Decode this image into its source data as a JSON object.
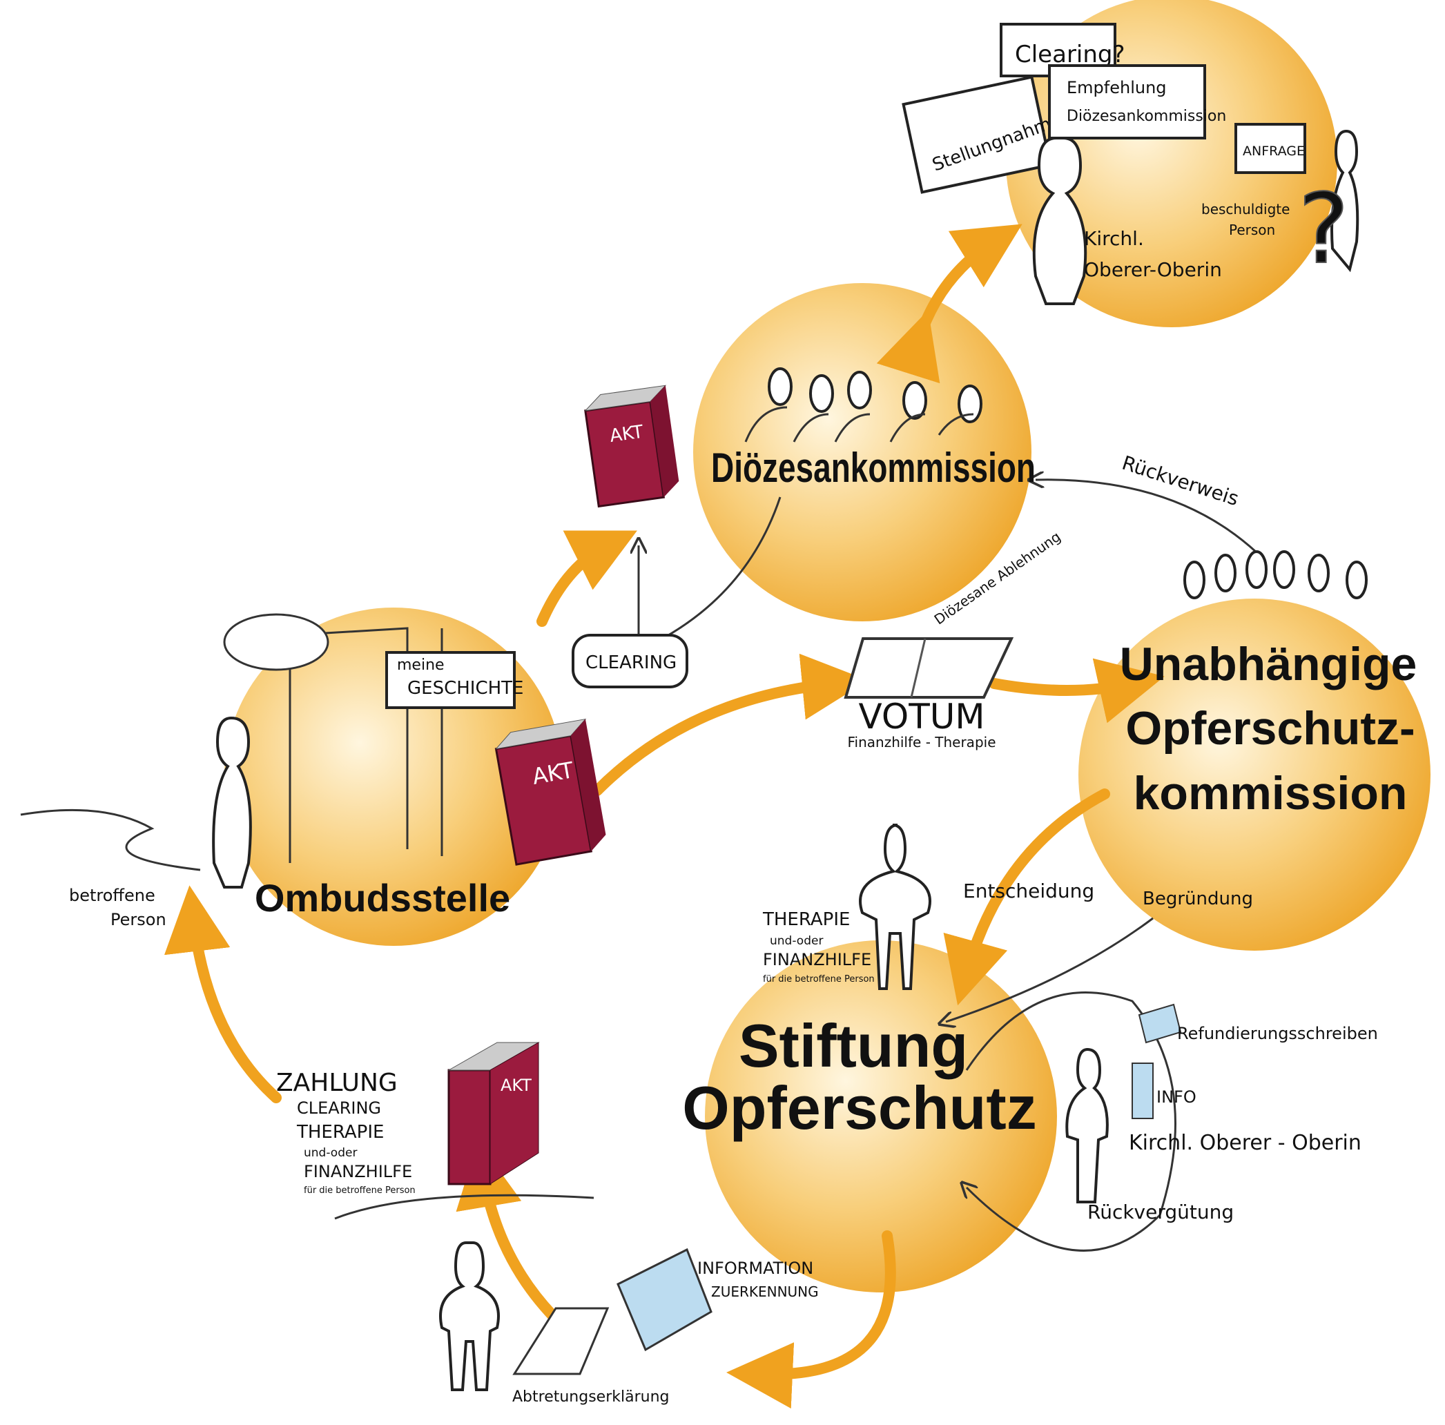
{
  "colors": {
    "circle": "#f5b84a",
    "arrow": "#f0a21f",
    "binder": "#9b1b3e",
    "accent_blue": "#bcdcf0"
  },
  "nodes": {
    "ombudsstelle": "Ombudsstelle",
    "dioezesankommission": "Diözesankommission",
    "upk_line1": "Unabhängige",
    "upk_line2": "Opferschutz-",
    "upk_line3": "kommission",
    "stiftung_line1": "Stiftung",
    "stiftung_line2": "Opferschutz"
  },
  "top_circle": {
    "clearing": "Clearing?",
    "stellungnahme": "Stellungnahme",
    "empfehlung_line1": "Empfehlung",
    "empfehlung_line2": "Diözesankommission",
    "anfrage": "ANFRAGE",
    "beschuldigte_line1": "beschuldigte",
    "beschuldigte_line2": "Person",
    "kirchl_line1": "Kirchl.",
    "kirchl_line2": "Oberer-Oberin"
  },
  "labels": {
    "akt": "AKT",
    "meine": "meine",
    "geschichte": "GESCHICHTE",
    "clearing_bubble": "CLEARING",
    "betroffene_line1": "betroffene",
    "betroffene_line2": "Person",
    "rueckverweis": "Rückverweis",
    "dioezesane_ablehnung": "Diözesane Ablehnung",
    "votum": "VOTUM",
    "votum_sub": "Finanzhilfe - Therapie",
    "entscheidung": "Entscheidung",
    "begruendung": "Begründung",
    "therapie": "THERAPIE",
    "und_oder": "und-oder",
    "finanzhilfe": "FINANZHILFE",
    "fuer_person": "für die betroffene Person",
    "refundierung": "Refundierungsschreiben",
    "info": "INFO",
    "kirchl_oberer": "Kirchl. Oberer - Oberin",
    "rueckverguetung": "Rückvergütung",
    "zahlung": "ZAHLUNG",
    "clearing_small": "CLEARING",
    "information": "INFORMATION",
    "zuerkennung": "ZUERKENNUNG",
    "abtretung": "Abtretungserklärung"
  }
}
